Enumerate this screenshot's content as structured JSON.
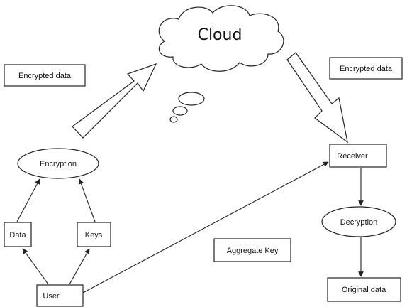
{
  "diagram": {
    "nodes": {
      "cloud": "Cloud",
      "encrypted_data_left": "Encrypted data",
      "encrypted_data_right": "Encrypted data",
      "encryption": "Encryption",
      "data": "Data",
      "keys": "Keys",
      "user": "User",
      "aggregate_key": "Aggregate Key",
      "receiver": "Receiver",
      "decryption": "Decryption",
      "original_data": "Original data"
    }
  }
}
